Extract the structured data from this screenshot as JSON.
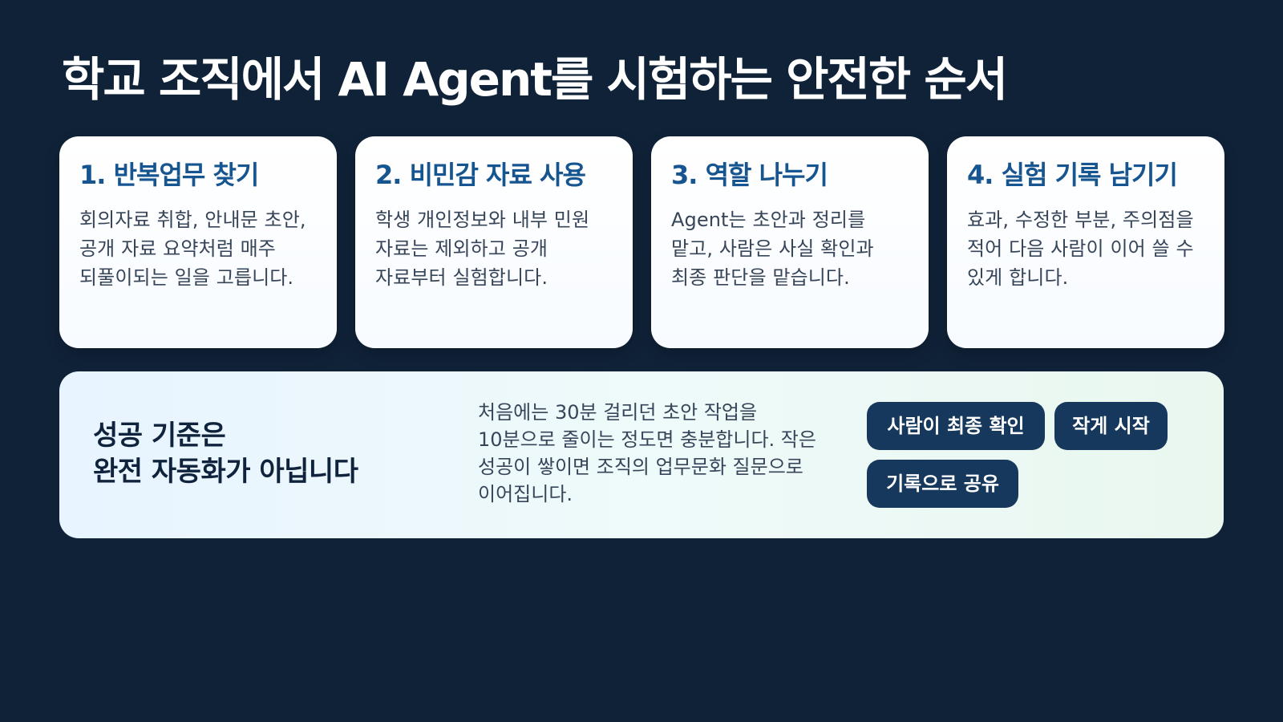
{
  "page": {
    "title": "학교 조직에서 AI Agent를 시험하는 안전한 순서"
  },
  "cards": [
    {
      "title": "1. 반복업무 찾기",
      "text": "회의자료 취합, 안내문 초안, 공개 자료 요약처럼 매주 되풀이되는 일을 고릅니다."
    },
    {
      "title": "2. 비민감 자료 사용",
      "text": "학생 개인정보와 내부 민원 자료는 제외하고 공개 자료부터 실험합니다."
    },
    {
      "title": "3. 역할 나누기",
      "text": "Agent는 초안과 정리를 맡고, 사람은 사실 확인과 최종 판단을 맡습니다."
    },
    {
      "title": "4. 실험 기록 남기기",
      "text": "효과, 수정한 부분, 주의점을 적어 다음 사람이 이어 쓸 수 있게 합니다."
    }
  ],
  "summary": {
    "headline_line1": "성공 기준은",
    "headline_line2": "완전 자동화가 아닙니다",
    "text": "처음에는 30분 걸리던 초안 작업을 10분으로 줄이는 정도면 충분합니다. 작은 성공이 쌓이면 조직의 업무문화 질문으로 이어집니다.",
    "chips": [
      {
        "label": "사람이 최종 확인"
      },
      {
        "label": "작게 시작"
      },
      {
        "label": "기록으로 공유"
      }
    ]
  },
  "colors": {
    "background": "#102238",
    "card_title": "#16558f",
    "body_text": "#374559",
    "chip": "#15385c"
  }
}
